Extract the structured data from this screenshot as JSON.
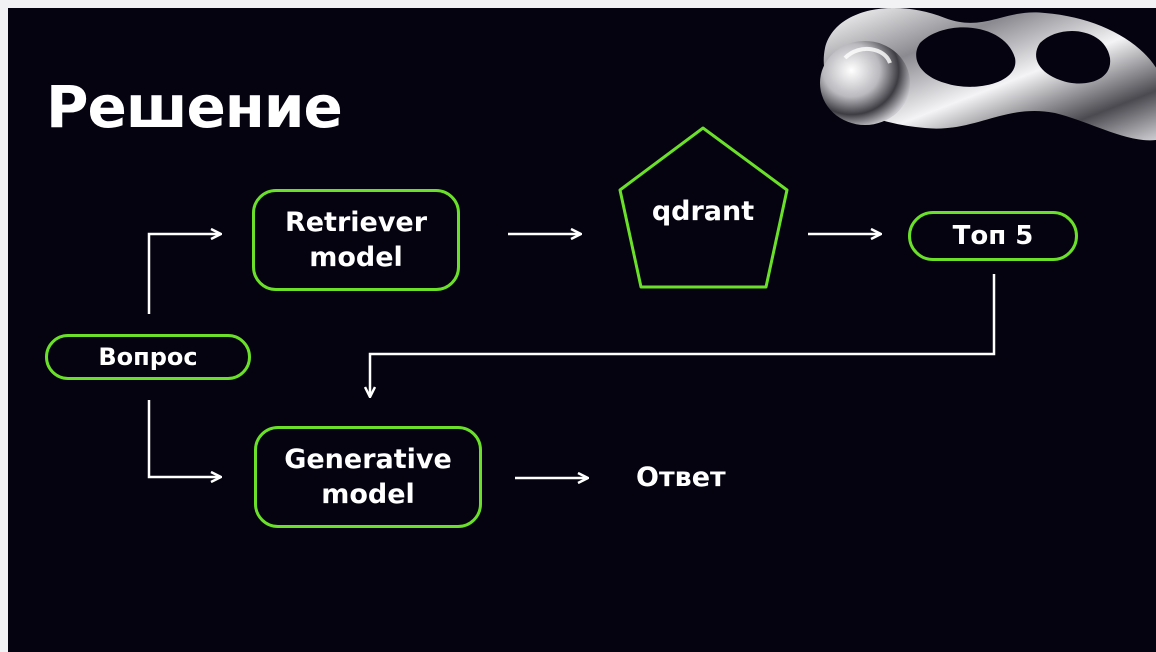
{
  "title": "Решение",
  "nodes": {
    "question": "Вопрос",
    "retriever_line1": "Retriever",
    "retriever_line2": "model",
    "qdrant": "qdrant",
    "top5": "Топ 5",
    "generative_line1": "Generative",
    "generative_line2": "model",
    "answer": "Ответ"
  },
  "colors": {
    "background": "#04030f",
    "accent_green": "#6be02a",
    "text": "#ffffff"
  },
  "decoration": {
    "icon": "chrome-blob-icon"
  }
}
